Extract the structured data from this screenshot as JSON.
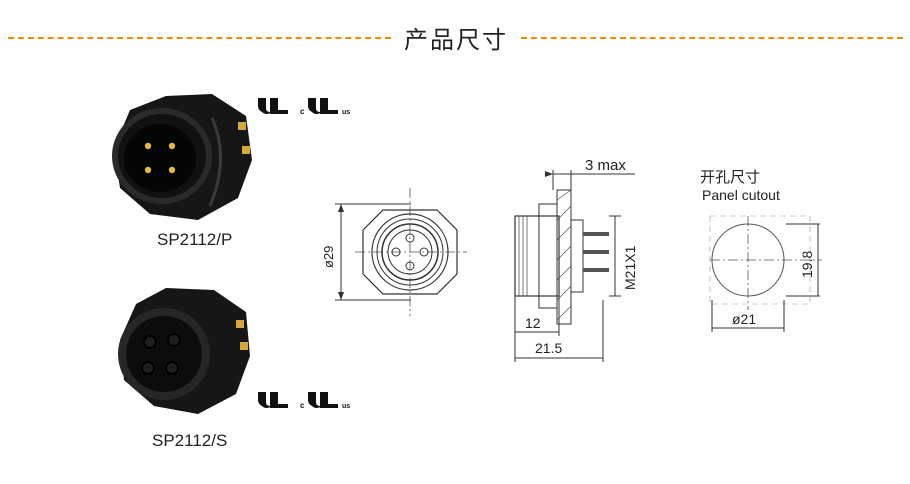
{
  "header": {
    "title": "产品尺寸"
  },
  "products": [
    {
      "model": "SP2112/P"
    },
    {
      "model": "SP2112/S"
    }
  ],
  "certification": {
    "ul_c_prefix": "c",
    "ul_us_suffix": "us"
  },
  "front_view": {
    "diameter_label": "ø29"
  },
  "side_view": {
    "panel_label": "3 max",
    "thread_label": "M21X1",
    "dim_12": "12",
    "dim_21_5": "21.5"
  },
  "cutout": {
    "title_cn": "开孔尺寸",
    "title_en": "Panel cutout",
    "width_label": "ø21",
    "height_label": "19.8"
  },
  "colors": {
    "accent": "#f08c00",
    "line": "#333333",
    "body": "#1a1a1a",
    "pin": "#d4a93a"
  }
}
